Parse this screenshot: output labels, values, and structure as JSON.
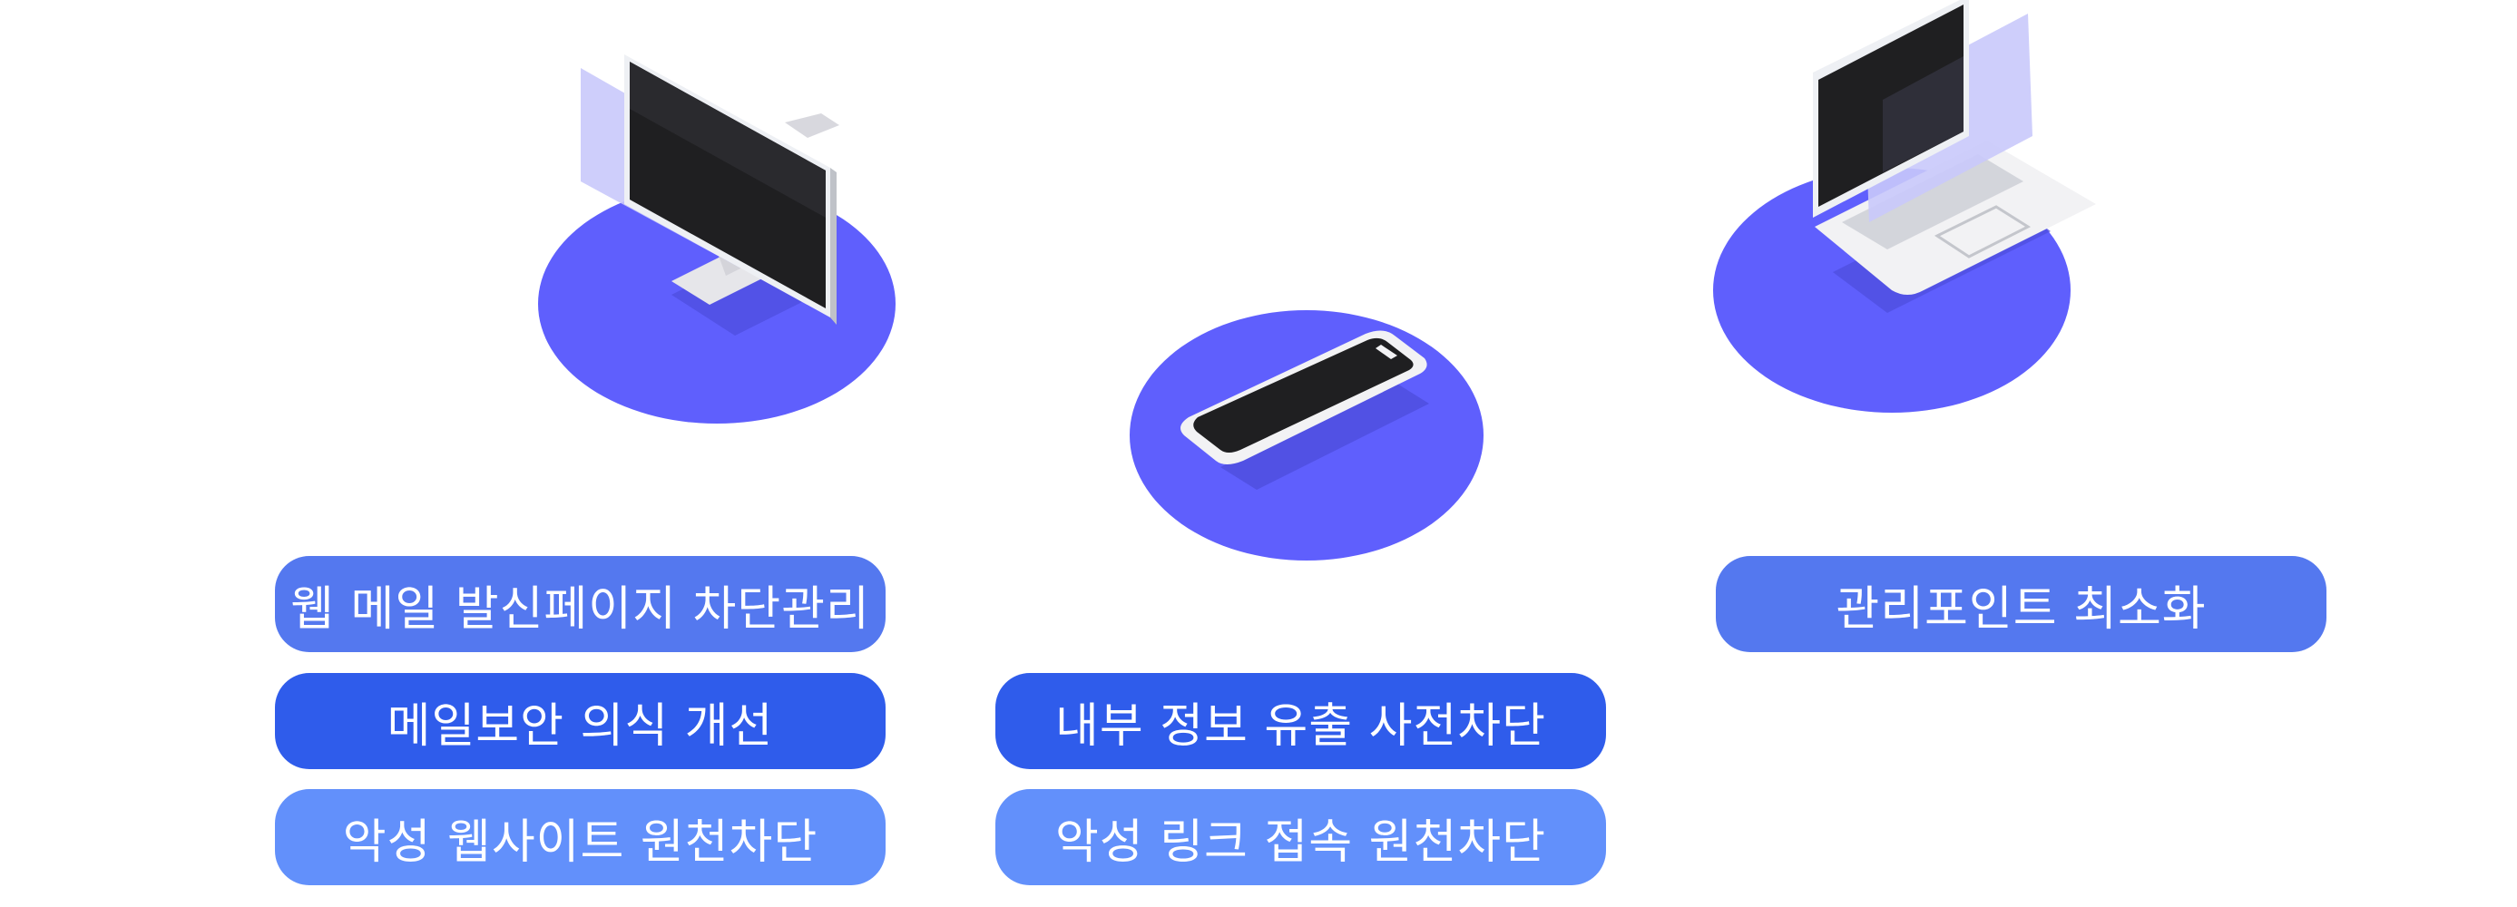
{
  "columns": [
    {
      "device": "monitor-icon",
      "labels": [
        "웹 메일 발신페이지 차단관리",
        "메일보안 의식 개선",
        "악성 웹사이트 원천차단"
      ]
    },
    {
      "device": "smartphone-icon",
      "labels": [
        "내부 정보 유출 사전차단",
        "악성 링크 접속 원천차단"
      ]
    },
    {
      "device": "laptop-icon",
      "labels": [
        "관리포인트 최소화"
      ]
    }
  ],
  "colors": {
    "platform": "#5f5ffd",
    "platform_shadow": "#4d4ddd",
    "privacy_filter": "#c9c9fb",
    "screen_dark": "#1f1f21",
    "device_body": "#f2f2f4",
    "pill_mid": "#5478ef",
    "pill_dark": "#2f5ceb",
    "pill_light": "#6290fb"
  }
}
